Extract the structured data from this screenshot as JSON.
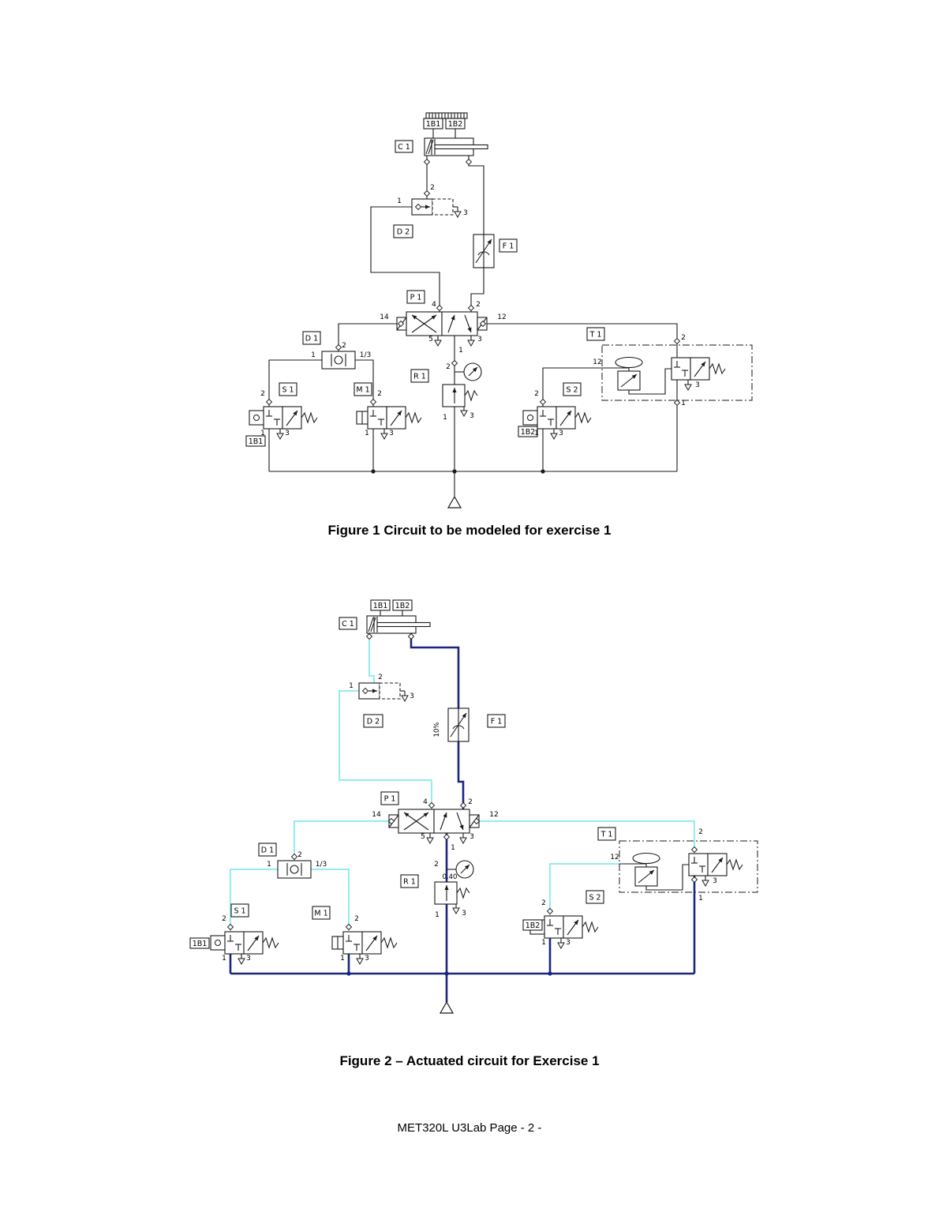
{
  "page": {
    "footer": "MET320L U3Lab Page - 2 -"
  },
  "shared": {
    "components": {
      "c1": "C 1",
      "d1": "D 1",
      "d2": "D 2",
      "f1": "F 1",
      "p1": "P 1",
      "r1": "R 1",
      "t1": "T 1",
      "s1": "S 1",
      "s2": "S 2",
      "m1": "M 1",
      "b1": "1B1",
      "b2": "1B2"
    },
    "ports": {
      "n1": "1",
      "n2": "2",
      "n3": "3",
      "n4": "4",
      "n5": "5",
      "n12": "12",
      "n14": "14",
      "n13": "1/3"
    }
  },
  "figure1": {
    "caption": "Figure 1 Circuit to be modeled for exercise 1"
  },
  "figure2": {
    "caption": "Figure 2 – Actuated circuit for Exercise 1",
    "settings": {
      "f1_throttle": "10%",
      "r1_pressure": "0.40"
    },
    "colors": {
      "supply_line": "#1b2580",
      "pilot_line": "#82e9f0"
    }
  }
}
